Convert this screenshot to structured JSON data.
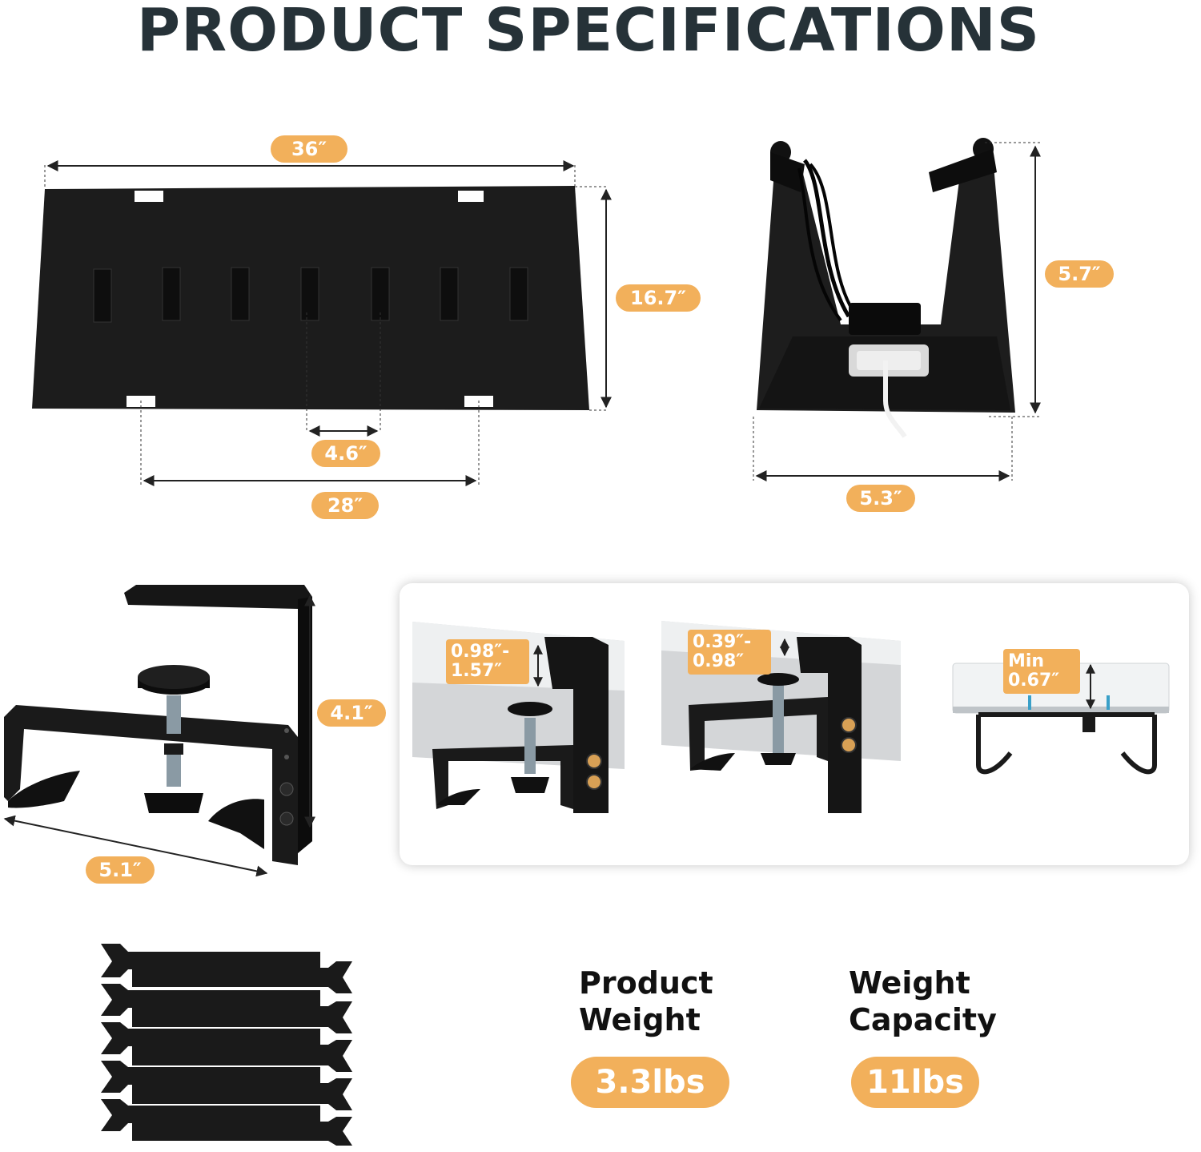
{
  "title": "PRODUCT SPECIFICATIONS",
  "tray": {
    "width_label": "36″",
    "height_label": "16.7″",
    "slot_spacing_label": "4.6″",
    "clamp_spacing_label": "28″"
  },
  "side_view": {
    "height_label": "5.7″",
    "width_label": "5.3″"
  },
  "clamp": {
    "height_label": "4.1″",
    "depth_label": "5.1″"
  },
  "desk_range": {
    "range1_line1": "0.98″-",
    "range1_line2": "1.57″",
    "range2_line1": "0.39″-",
    "range2_line2": "0.98″",
    "min_line1": "Min",
    "min_line2": "0.67″"
  },
  "stats": {
    "weight_label_line1": "Product",
    "weight_label_line2": "Weight",
    "weight_value": "3.3lbs",
    "capacity_label_line1": "Weight",
    "capacity_label_line2": "Capacity",
    "capacity_value": "11lbs"
  },
  "colors": {
    "accent": "#f2b05b",
    "title": "#263238",
    "product": "#1a1a1a"
  }
}
